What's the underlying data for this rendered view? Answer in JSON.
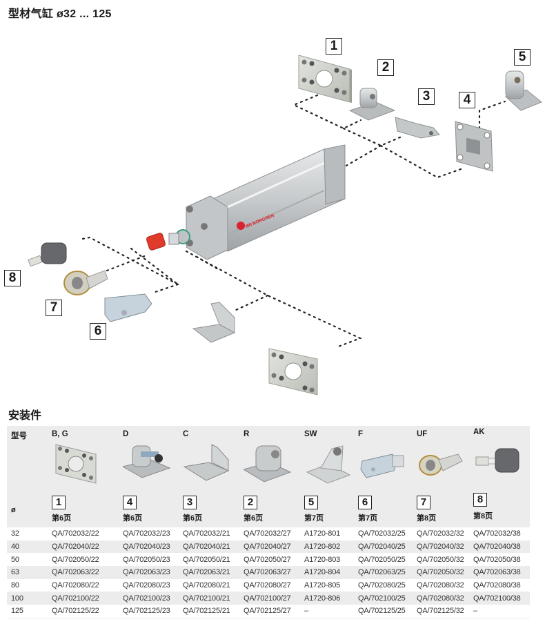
{
  "page": {
    "title": "型材气缸 ø32 ... 125",
    "section_title": "安装件"
  },
  "diagram": {
    "brand_label": "IMI NORGREN",
    "callouts": [
      "1",
      "2",
      "3",
      "4",
      "5",
      "6",
      "7",
      "8"
    ]
  },
  "table": {
    "model_label": "型号",
    "bore_label": "ø",
    "columns": [
      {
        "code": "B, G",
        "num": "1",
        "page": "第6页",
        "icon": "flange-plate-icon"
      },
      {
        "code": "D",
        "num": "4",
        "page": "第6页",
        "icon": "clevis-bracket-icon"
      },
      {
        "code": "C",
        "num": "3",
        "page": "第6页",
        "icon": "foot-bracket-icon"
      },
      {
        "code": "R",
        "num": "2",
        "page": "第6页",
        "icon": "pivot-bracket-icon"
      },
      {
        "code": "SW",
        "num": "5",
        "page": "第7页",
        "icon": "swivel-bracket-icon"
      },
      {
        "code": "F",
        "num": "6",
        "page": "第7页",
        "icon": "rod-clevis-icon"
      },
      {
        "code": "UF",
        "num": "7",
        "page": "第8页",
        "icon": "rod-eye-icon"
      },
      {
        "code": "AK",
        "num": "8",
        "page": "第8页",
        "icon": "self-align-coupler-icon"
      }
    ],
    "rows": [
      [
        "32",
        "QA/702032/22",
        "QA/702032/23",
        "QA/702032/21",
        "QA/702032/27",
        "A1720-801",
        "QA/702032/25",
        "QA/702032/32",
        "QA/702032/38"
      ],
      [
        "40",
        "QA/702040/22",
        "QA/702040/23",
        "QA/702040/21",
        "QA/702040/27",
        "A1720-802",
        "QA/702040/25",
        "QA/702040/32",
        "QA/702040/38"
      ],
      [
        "50",
        "QA/702050/22",
        "QA/702050/23",
        "QA/702050/21",
        "QA/702050/27",
        "A1720-803",
        "QA/702050/25",
        "QA/702050/32",
        "QA/702050/38"
      ],
      [
        "63",
        "QA/702063/22",
        "QA/702063/23",
        "QA/702063/21",
        "QA/702063/27",
        "A1720-804",
        "QA/702063/25",
        "QA/702050/32",
        "QA/702063/38"
      ],
      [
        "80",
        "QA/702080/22",
        "QA/702080/23",
        "QA/702080/21",
        "QA/702080/27",
        "A1720-805",
        "QA/702080/25",
        "QA/702080/32",
        "QA/702080/38"
      ],
      [
        "100",
        "QA/702100/22",
        "QA/702100/23",
        "QA/702100/21",
        "QA/702100/27",
        "A1720-806",
        "QA/702100/25",
        "QA/702080/32",
        "QA/702100/38"
      ],
      [
        "125",
        "QA/702125/22",
        "QA/702125/23",
        "QA/702125/21",
        "QA/702125/27",
        "–",
        "QA/702125/25",
        "QA/702125/32",
        "–"
      ]
    ]
  },
  "colors": {
    "panel_bg": "#ececec",
    "metal": "#c9cccd",
    "cap_red": "#e03a2a",
    "brand_red": "#d9232e"
  }
}
